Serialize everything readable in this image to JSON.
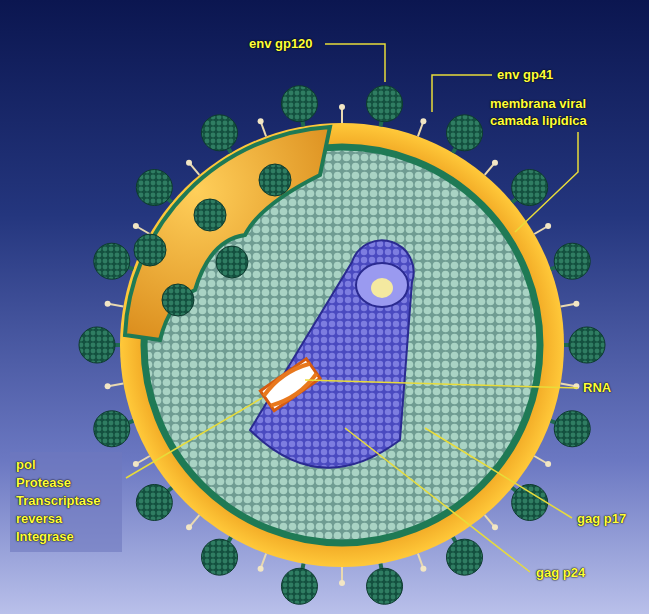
{
  "diagram": {
    "nodes": [
      {
        "text": [
          "pol",
          "Protease Transcriptase reversa Integrase"
        ]
      }
    ],
    "labels": [
      "env gp120",
      "env gp41",
      "membrana viral camada lipídica",
      "RNA",
      "gag p17",
      "gag p24"
    ]
  }
}
